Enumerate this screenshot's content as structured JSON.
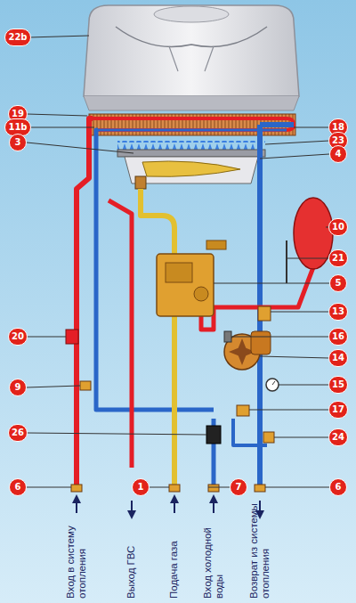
{
  "diagram": {
    "nodes": [
      {
        "text": [
          "22b"
        ]
      },
      {
        "text": [
          "19"
        ]
      },
      {
        "text": [
          "11b"
        ]
      },
      {
        "text": [
          "3"
        ]
      },
      {
        "text": [
          "18"
        ]
      },
      {
        "text": [
          "23"
        ]
      },
      {
        "text": [
          "4"
        ]
      },
      {
        "text": [
          "10"
        ]
      },
      {
        "text": [
          "21"
        ]
      },
      {
        "text": [
          "5"
        ]
      },
      {
        "text": [
          "13"
        ]
      },
      {
        "text": [
          "20"
        ]
      },
      {
        "text": [
          "16"
        ]
      },
      {
        "text": [
          "14"
        ]
      },
      {
        "text": [
          "9"
        ]
      },
      {
        "text": [
          "15"
        ]
      },
      {
        "text": [
          "17"
        ]
      },
      {
        "text": [
          "26"
        ]
      },
      {
        "text": [
          "24"
        ]
      },
      {
        "text": [
          "6"
        ]
      },
      {
        "text": [
          "1"
        ]
      },
      {
        "text": [
          "7"
        ]
      },
      {
        "text": [
          "6"
        ]
      }
    ],
    "labels": [
      "Вход в систему отопления",
      "Выход ГВС",
      "Подача газа",
      "Вход холодной воды",
      "Возврат из системы отопления"
    ]
  }
}
